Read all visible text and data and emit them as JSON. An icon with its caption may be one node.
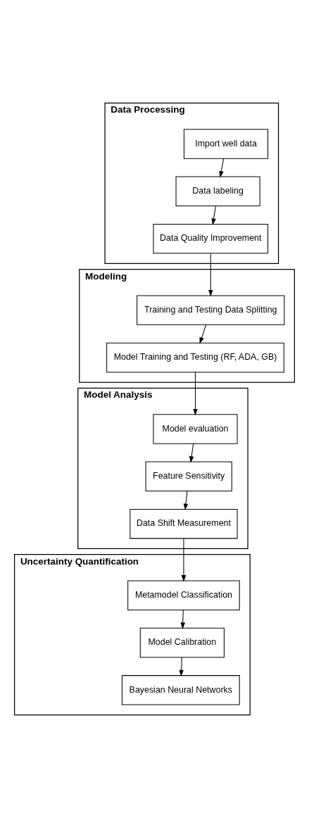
{
  "diagram": {
    "nodes": [
      {
        "text": [
          "Data Processing"
        ]
      },
      {
        "text": [
          "Import well data"
        ],
        "in": 0
      },
      {
        "text": [
          "Data labeling"
        ],
        "in": 0
      },
      {
        "text": [
          "Data Quality Improvement"
        ],
        "in": 0
      },
      {
        "text": [
          "Modeling"
        ]
      },
      {
        "text": [
          "Training and Testing Data Splitting"
        ],
        "in": 4
      },
      {
        "text": [
          "Model Training and Testing (RF, ADA, GB)"
        ],
        "in": 4
      },
      {
        "text": [
          "Model Analysis"
        ]
      },
      {
        "text": [
          "Model evaluation"
        ],
        "in": 7
      },
      {
        "text": [
          "Feature Sensitivity"
        ],
        "in": 7
      },
      {
        "text": [
          "Data Shift Measurement"
        ],
        "in": 7
      },
      {
        "text": [
          "Uncertainty Quantification"
        ]
      },
      {
        "text": [
          "Metamodel Classification"
        ],
        "in": 11
      },
      {
        "text": [
          "Model Calibration"
        ],
        "in": 11
      },
      {
        "text": [
          "Bayesian Neural Networks"
        ],
        "in": 11
      }
    ],
    "edges": [
      {
        "from": 1,
        "to": 2,
        "arrow": "to"
      },
      {
        "from": 2,
        "to": 3,
        "arrow": "to"
      },
      {
        "from": 3,
        "to": 5,
        "arrow": "to"
      },
      {
        "from": 5,
        "to": 6,
        "arrow": "to"
      },
      {
        "from": 6,
        "to": 8,
        "arrow": "to"
      },
      {
        "from": 8,
        "to": 9,
        "arrow": "to"
      },
      {
        "from": 9,
        "to": 10,
        "arrow": "to"
      },
      {
        "from": 10,
        "to": 12,
        "arrow": "to"
      },
      {
        "from": 12,
        "to": 13,
        "arrow": "to"
      },
      {
        "from": 13,
        "to": 14,
        "arrow": "to"
      }
    ]
  }
}
